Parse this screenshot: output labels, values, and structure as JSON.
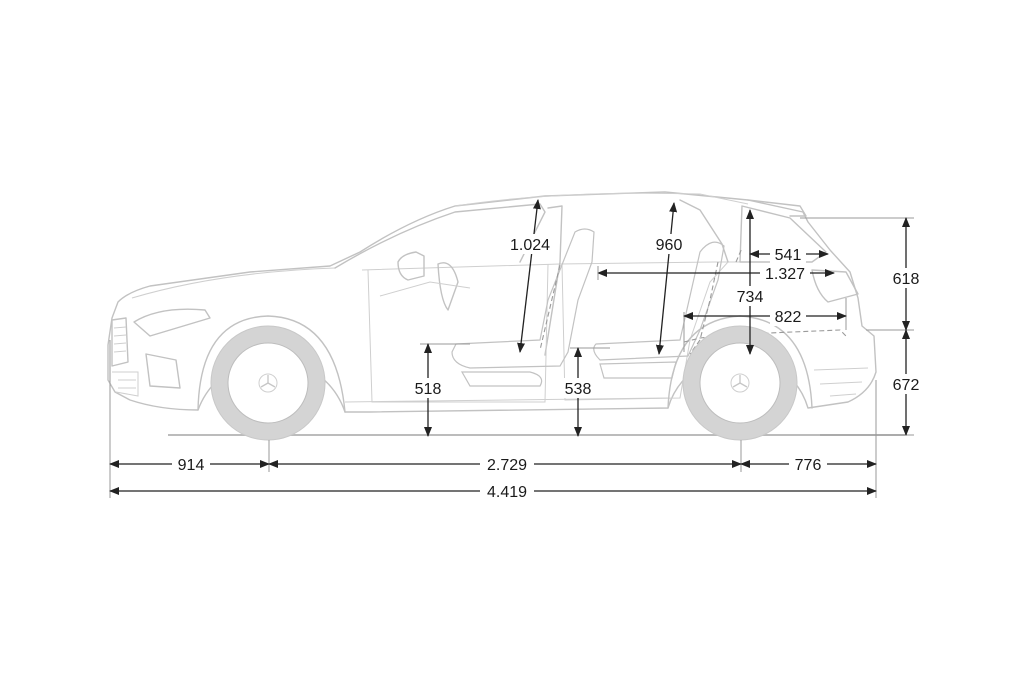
{
  "dimensions": {
    "front_overhang": "914",
    "wheelbase": "2.729",
    "rear_overhang": "776",
    "overall_length": "4.419",
    "front_headroom": "1.024",
    "rear_headroom": "960",
    "front_seat_height": "518",
    "rear_seat_height": "538",
    "load_length_upper": "541",
    "load_length_seats_folded": "1.327",
    "load_length_floor": "822",
    "loading_height": "734",
    "rear_upper_height": "618",
    "rear_sill_height": "672"
  },
  "colors": {
    "vehicle_outline": "#c2c2c2",
    "dimension_lines": "#222222",
    "background": "#ffffff"
  },
  "icons": {
    "wheel_badge": "three-pointed-star-icon"
  }
}
